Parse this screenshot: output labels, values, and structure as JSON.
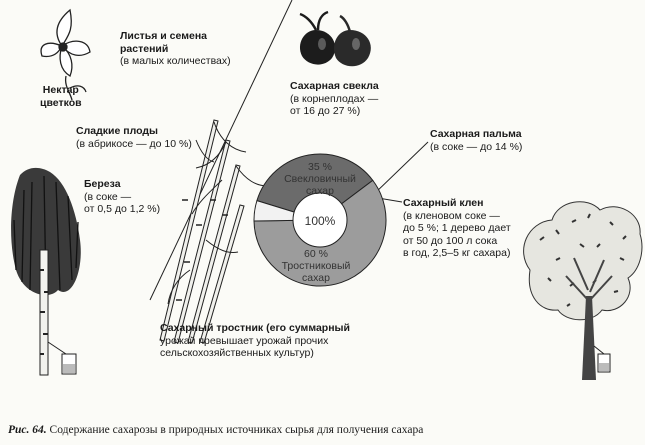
{
  "sources": {
    "leaves_seeds": {
      "title": "Листья и семена",
      "line2": "растений",
      "note": "(в малых количествах)"
    },
    "nectar": {
      "line1": "Нектар",
      "line2": "цветков"
    },
    "fruits": {
      "title": "Сладкие плоды",
      "note": "(в абрикосе — до 10 %)"
    },
    "birch": {
      "title": "Береза",
      "note1": "(в соке —",
      "note2": "от 0,5 до 1,2 %)"
    },
    "beet": {
      "title": "Сахарная свекла",
      "note1": "(в корнеплодах —",
      "note2": "от 16 до 27 %)"
    },
    "palm": {
      "title": "Сахарная пальма",
      "note": "(в соке — до 14 %)"
    },
    "maple": {
      "title": "Сахарный клен",
      "note1": "(в кленовом соке —",
      "note2": "до 5 %; 1 дерево дает",
      "note3": "от 50 до 100 л сока",
      "note4": "в год, 2,5–5 кг сахара)"
    },
    "cane": {
      "line1": "Сахарный тростник (его суммарный",
      "line2": "урожай превышает урожай прочих",
      "line3": "сельскохозяйственных культур)"
    }
  },
  "chart_data": {
    "type": "pie",
    "center_label": "100%",
    "slices": [
      {
        "value": 35,
        "label": "35 %",
        "name_line1": "Свекловичный",
        "name_line2": "сахар",
        "color": "#6b6b6b"
      },
      {
        "value": 60,
        "label": "60 %",
        "name_line1": "Тростниковый",
        "name_line2": "сахар",
        "color": "#9c9c9c"
      },
      {
        "value": 5,
        "label": "",
        "name_line1": "",
        "name_line2": "",
        "color": "#f2f2f2"
      }
    ]
  },
  "caption": {
    "ref": "Рис. 64.",
    "text": "Содержание сахарозы в природных источниках сырья для получения сахара"
  },
  "colors": {
    "ink": "#1a1a1a",
    "background": "#fbfbf7",
    "pie_dark": "#6b6b6b",
    "pie_mid": "#9c9c9c"
  },
  "icons": [
    "flower-icon",
    "beet-icon",
    "birch-tree-icon",
    "maple-tree-icon",
    "sugarcane-icon",
    "sap-jar-icon"
  ]
}
